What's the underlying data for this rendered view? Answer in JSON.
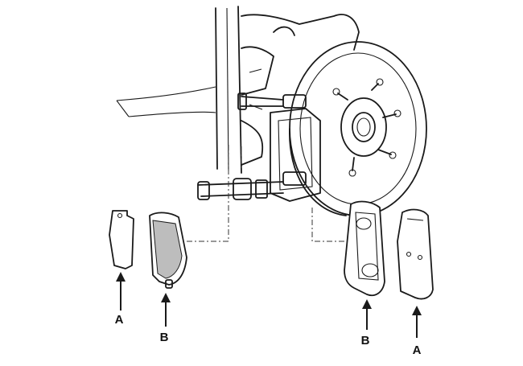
{
  "callouts": {
    "left_a": "A",
    "left_b": "B",
    "right_b": "B",
    "right_a": "A"
  },
  "colors": {
    "ink": "#1a1a1a",
    "background": "#ffffff",
    "friction_shade": "#bdbdbd"
  }
}
